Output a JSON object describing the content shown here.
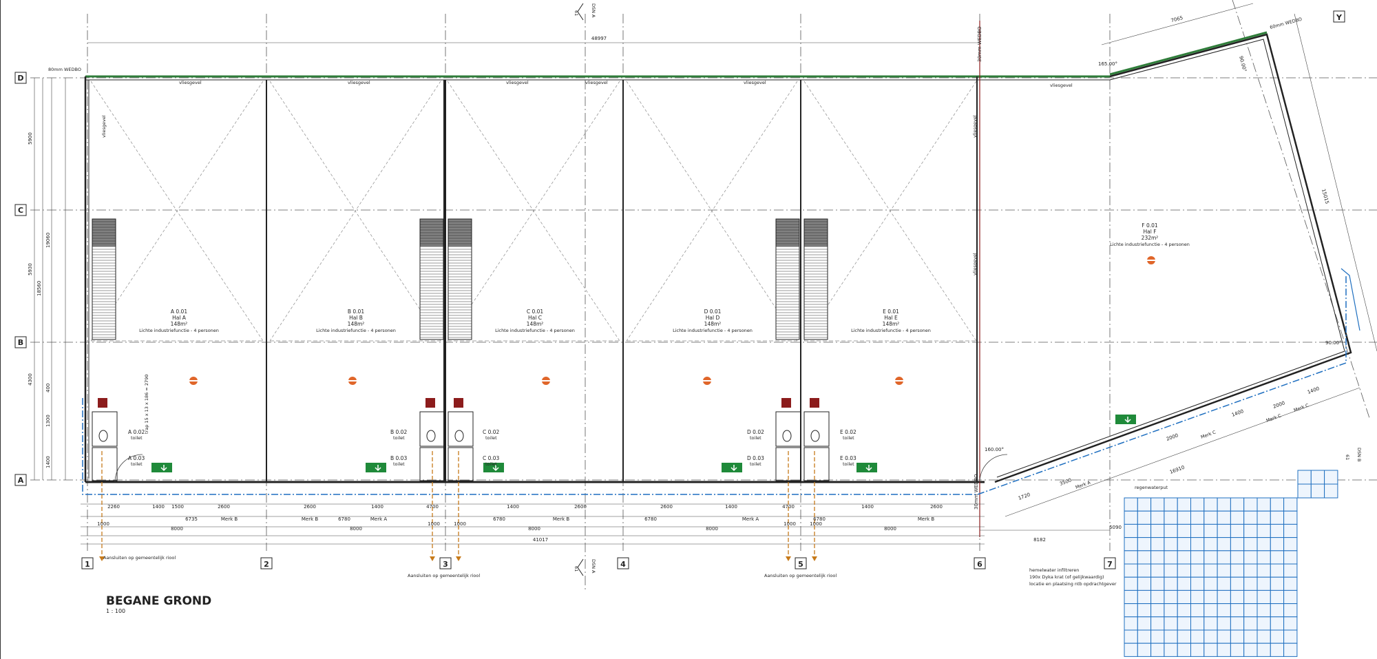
{
  "grid_rows": [
    "D",
    "C",
    "B",
    "A"
  ],
  "grid_columns": [
    "1",
    "2",
    "3",
    "4",
    "5",
    "6",
    "7"
  ],
  "grid_y": "Y",
  "top_dims": {
    "overall": "48997",
    "right_segment": "7065"
  },
  "dim_labels_left": [
    "5900",
    "5930",
    "19060",
    "18560",
    "4300",
    "1400",
    "1300",
    "400"
  ],
  "dim_right": [
    "15015"
  ],
  "angle_labels": [
    "165.00°",
    "90.00°",
    "160.00°",
    "90.00°"
  ],
  "weg_label": "80mm WEDBO",
  "weg_label_right": "30mm WEDBO",
  "weg_label_top_right": "60mm WEDBO",
  "wall_note": "vliesgevel",
  "section_label": "DSN A",
  "section_num": "61",
  "section_label_b": "DSN B",
  "rooms": [
    {
      "code": "A 0.01",
      "name": "Hal A",
      "area": "148m²",
      "use": "Lichte industriefunctie - 4 personen"
    },
    {
      "code": "B 0.01",
      "name": "Hal B",
      "area": "148m²",
      "use": "Lichte industriefunctie - 4 personen"
    },
    {
      "code": "C 0.01",
      "name": "Hal C",
      "area": "148m²",
      "use": "Lichte industriefunctie - 4 personen"
    },
    {
      "code": "D 0.01",
      "name": "Hal D",
      "area": "148m²",
      "use": "Lichte industriefunctie - 4 personen"
    },
    {
      "code": "E 0.01",
      "name": "Hal E",
      "area": "148m²",
      "use": "Lichte industriefunctie - 4 personen"
    },
    {
      "code": "F 0.01",
      "name": "Hal F",
      "area": "232m²",
      "use": "Lichte industriefunctie - 4 personen"
    }
  ],
  "sub_rooms": [
    {
      "code": "A 0.02",
      "name": "toilet"
    },
    {
      "code": "A 0.03",
      "name": "toilet"
    },
    {
      "code": "B 0.02",
      "name": "toilet"
    },
    {
      "code": "B 0.03",
      "name": "toilet"
    },
    {
      "code": "C 0.02",
      "name": "toilet"
    },
    {
      "code": "C 0.03",
      "name": "toilet"
    },
    {
      "code": "D 0.02",
      "name": "toilet"
    },
    {
      "code": "D 0.03",
      "name": "toilet"
    },
    {
      "code": "E 0.02",
      "name": "toilet"
    },
    {
      "code": "E 0.03",
      "name": "toilet"
    }
  ],
  "stair_note": "trap 15 x 13 x 186 = 2790",
  "bottom_dims_row1": [
    "2260",
    "1400",
    "1500",
    "2600",
    "2600",
    "1400",
    "4700",
    "1400",
    "2600",
    "2600",
    "1400",
    "4700",
    "1400",
    "2600"
  ],
  "bottom_dims_row2": [
    "6735",
    "Merk B",
    "6780",
    "Merk B",
    "Merk A",
    "6780",
    "Merk B",
    "6780",
    "Merk A",
    "6780",
    "Merk B"
  ],
  "bottom_dims_row3": [
    "8000",
    "8000",
    "8000",
    "8000",
    "8000"
  ],
  "bottom_dims_row4": [
    "1000",
    "1000",
    "1000",
    "1000",
    "1000"
  ],
  "overall_bottom": "41017",
  "right_bottom_dim": "8182",
  "right_bottom_dim2": "5090",
  "slanted_dims": [
    "1720",
    "3500",
    "16910",
    "2000",
    "1400",
    "2000",
    "1400"
  ],
  "slanted_merk": [
    "Merk A",
    "Merk C",
    "Merk C",
    "Merk C"
  ],
  "sewer_note": "Aansluiten op gemeentelijk riool",
  "notes_right": [
    "hemelwater infiltreren",
    "190x Dyka krat (of gelijkwaardig)",
    "locatie en plaatsing ntb opdrachtgever"
  ],
  "regenwater_label": "regenwaterput",
  "title": "BEGANE GROND",
  "scale": "1 : 100",
  "colors": {
    "wall": "#222222",
    "green": "#2f7d3a",
    "red": "#8c1c1c",
    "blue": "#1f6fc0",
    "orange": "#c77a1a",
    "emergency": "#1f8a3a"
  }
}
